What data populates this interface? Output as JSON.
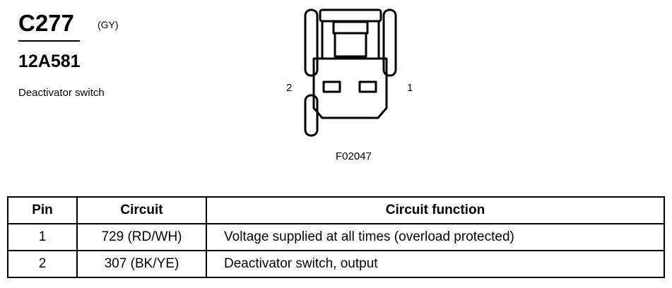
{
  "header": {
    "connector_id": "C277",
    "color_code": "(GY)",
    "part_number": "12A581",
    "description": "Deactivator switch"
  },
  "diagram": {
    "pin_left": "2",
    "pin_right": "1",
    "figure_id": "F02047"
  },
  "table": {
    "headers": [
      "Pin",
      "Circuit",
      "Circuit function"
    ],
    "rows": [
      {
        "pin": "1",
        "circuit": "729 (RD/WH)",
        "function": "Voltage supplied at all times (overload protected)"
      },
      {
        "pin": "2",
        "circuit": "307 (BK/YE)",
        "function": "Deactivator switch, output"
      }
    ]
  }
}
